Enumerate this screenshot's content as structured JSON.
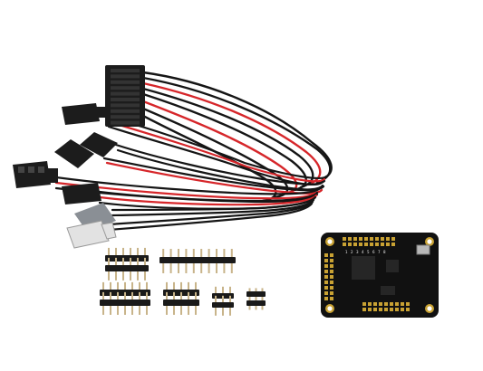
{
  "image": {
    "background": "#ffffff",
    "wire_colors": {
      "black": "#151515",
      "red": "#d6262a"
    },
    "connector_colors": {
      "black": "#1c1c1c",
      "white": "#e2e2e2",
      "grey": "#8a8f95"
    },
    "board_colors": {
      "pcb": "#111111",
      "pad": "#c9a233",
      "chip": "#262626",
      "silk": "#e8e8e8"
    },
    "pin_colors": {
      "plastic": "#1a1a1a",
      "pin": "#c8b48a"
    },
    "board_silkscreen": [
      "1",
      "2",
      "3",
      "4",
      "5",
      "6",
      "7",
      "8"
    ]
  }
}
